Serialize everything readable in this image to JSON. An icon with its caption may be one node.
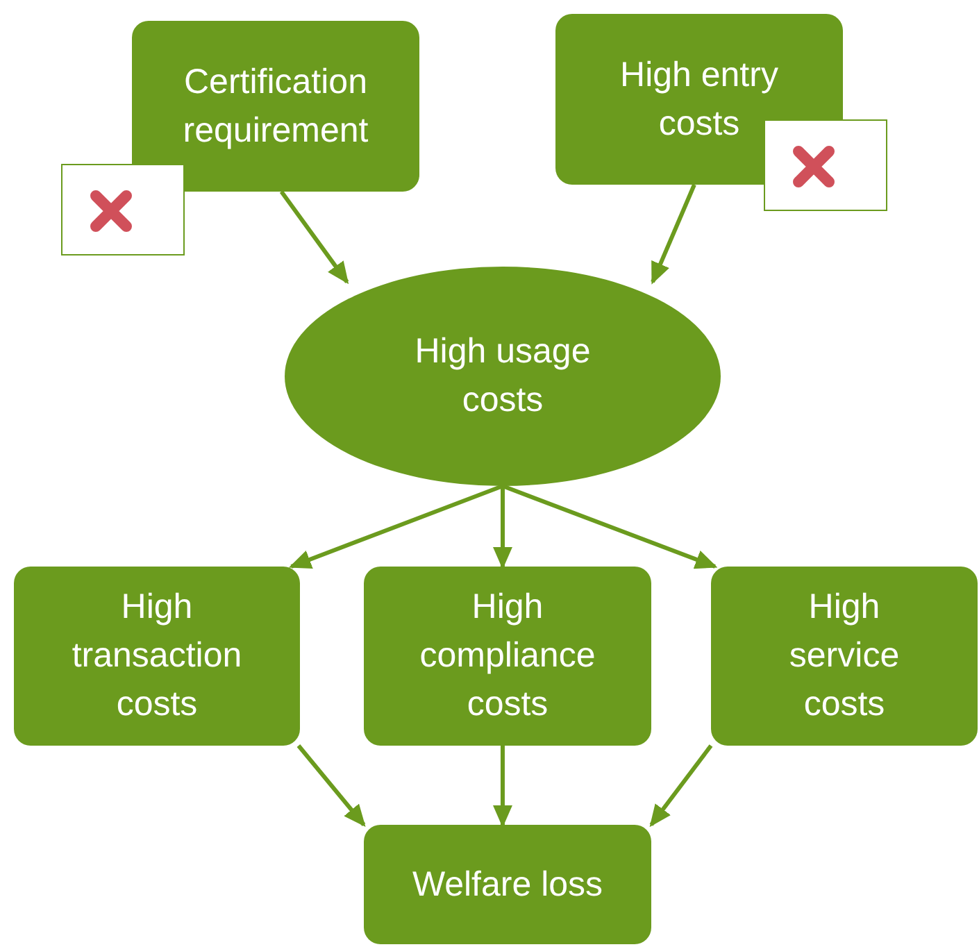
{
  "diagram": {
    "nodes": [
      {
        "text": [
          "Certification requirement"
        ]
      },
      {
        "text": [
          "High entry costs"
        ]
      },
      {
        "text": [
          "High usage costs"
        ]
      },
      {
        "text": [
          "High transaction costs"
        ]
      },
      {
        "text": [
          "High compliance costs"
        ]
      },
      {
        "text": [
          "High service costs"
        ]
      },
      {
        "text": [
          "Welfare loss"
        ]
      }
    ],
    "edges": [
      {
        "from": 0,
        "to": 2,
        "arrow": "to"
      },
      {
        "from": 1,
        "to": 2,
        "arrow": "to"
      },
      {
        "from": 2,
        "to": 3,
        "arrow": "to"
      },
      {
        "from": 2,
        "to": 4,
        "arrow": "to"
      },
      {
        "from": 2,
        "to": 5,
        "arrow": "to"
      },
      {
        "from": 3,
        "to": 6,
        "arrow": "to"
      },
      {
        "from": 4,
        "to": 6,
        "arrow": "to"
      },
      {
        "from": 5,
        "to": 6,
        "arrow": "to"
      }
    ]
  }
}
